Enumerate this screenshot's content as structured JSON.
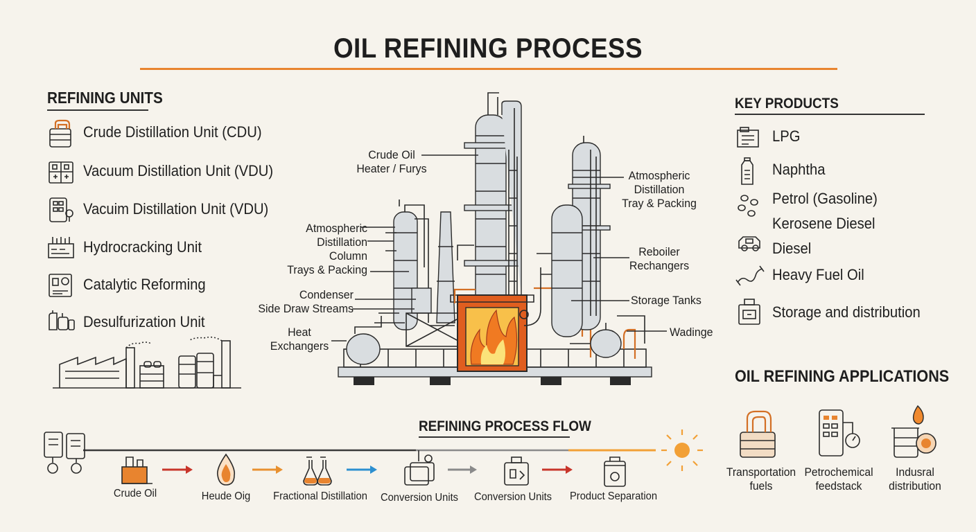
{
  "title": "OIL REFINING PROCESS",
  "refining_units": {
    "heading": "REFINING UNITS",
    "items": [
      {
        "label": "Crude Distillation Unit (CDU)",
        "icon": "distillation-unit-icon"
      },
      {
        "label": "Vacuum Distillation Unit (VDU)",
        "icon": "control-panel-icon"
      },
      {
        "label": "Vacuim Distillation Unit (VDU)",
        "icon": "pump-unit-icon"
      },
      {
        "label": "Hydrocracking Unit",
        "icon": "hydrocracker-icon"
      },
      {
        "label": "Catalytic Reforming",
        "icon": "reformer-icon"
      },
      {
        "label": "Desulfurization Unit",
        "icon": "desulfurizer-icon"
      }
    ]
  },
  "refinery_callouts": {
    "crude_heater": "Crude Oil\nHeater / Furys",
    "atm_column": "Atmospheric\nDistillation\nColumn\nTrays & Packing",
    "condenser": "Condenser\nSide Draw Streams",
    "heat_exchangers": "Heat\nExchangers",
    "atm_tray": "Atmospheric\nDistillation\nTray & Packing",
    "reboiler": "Reboiler\nRechangers",
    "storage_tanks": "Storage Tanks",
    "wadinge": "Wadinge"
  },
  "key_products": {
    "heading": "KEY PRODUCTS",
    "items": [
      {
        "label": "LPG",
        "icon": "lpg-icon"
      },
      {
        "label": "Naphtha",
        "icon": "naphtha-icon"
      },
      {
        "label": "Petrol (Gasoline)",
        "icon": "petrol-icon"
      },
      {
        "label": "Kerosene Diesel",
        "icon": ""
      },
      {
        "label": "Diesel",
        "icon": "diesel-truck-icon"
      },
      {
        "label": "Heavy Fuel Oil",
        "icon": "fuel-hose-icon"
      },
      {
        "label": "Storage and distribution",
        "icon": "storage-icon"
      }
    ]
  },
  "applications": {
    "heading": "OIL REFINING APPLICATIONS",
    "items": [
      {
        "label": "Transportation\nfuels",
        "icon": "transport-fuel-icon"
      },
      {
        "label": "Petrochemical\nfeedstack",
        "icon": "petrochemical-icon"
      },
      {
        "label": "Indusral\ndistribution",
        "icon": "industrial-icon"
      }
    ]
  },
  "process_flow": {
    "heading": "REFINING PROCESS FLOW",
    "steps": [
      {
        "label": "Crude Oil",
        "icon": "crude-oil-icon"
      },
      {
        "label": "Heude Oig",
        "icon": "flame-drop-icon"
      },
      {
        "label": "Fractional Distillation",
        "icon": "flask-icon"
      },
      {
        "label": "Conversion Units",
        "icon": "conversion-icon"
      },
      {
        "label": "Conversion Units",
        "icon": "reactor-icon"
      },
      {
        "label": "Product Separation",
        "icon": "separator-icon"
      }
    ],
    "arrow_colors": [
      "#c8352a",
      "#e8902f",
      "#2c8fd0",
      "#8a8a8a",
      "#c8352a"
    ]
  },
  "colors": {
    "accent": "#e8842f",
    "flame": "#f07a22",
    "sun": "#f2a036",
    "steel": "#d9dde0"
  }
}
